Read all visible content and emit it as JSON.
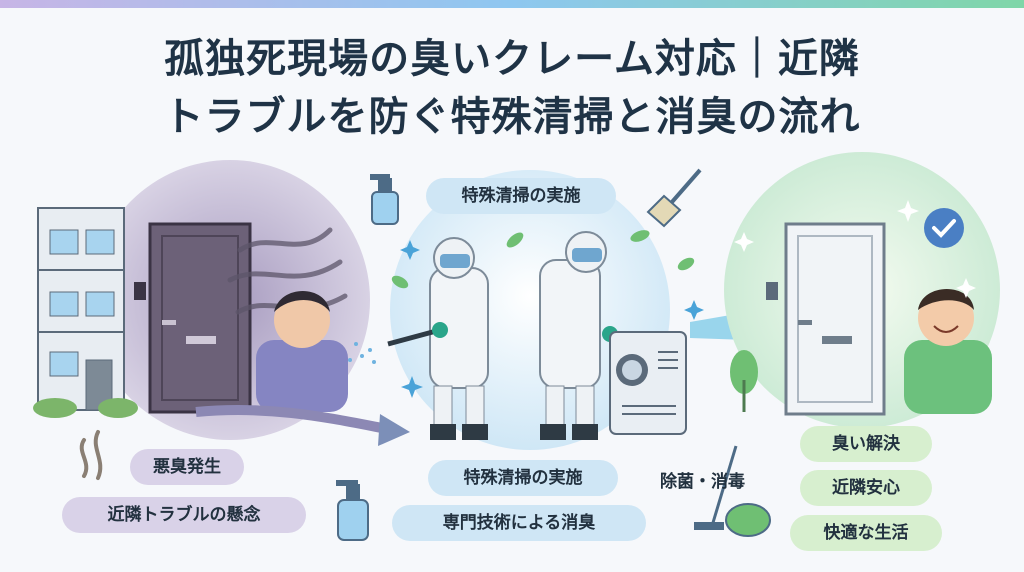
{
  "title": {
    "line1": "孤独死現場の臭いクレーム対応｜近隣",
    "line2": "トラブルを防ぐ特殊清掃と消臭の流れ"
  },
  "top_label": "特殊清掃の実施",
  "left_labels": [
    "悪臭発生",
    "近隣トラブルの懸念"
  ],
  "middle_labels": [
    "特殊清掃の実施",
    "専門技術による消臭"
  ],
  "disinfect_label": "除菌・消毒",
  "right_labels": [
    "臭い解決",
    "近隣安心",
    "快適な生活"
  ],
  "colors": {
    "purple": "#d9d2e8",
    "blue": "#cfe6f5",
    "green": "#d7efcf",
    "title": "#1f3346"
  }
}
